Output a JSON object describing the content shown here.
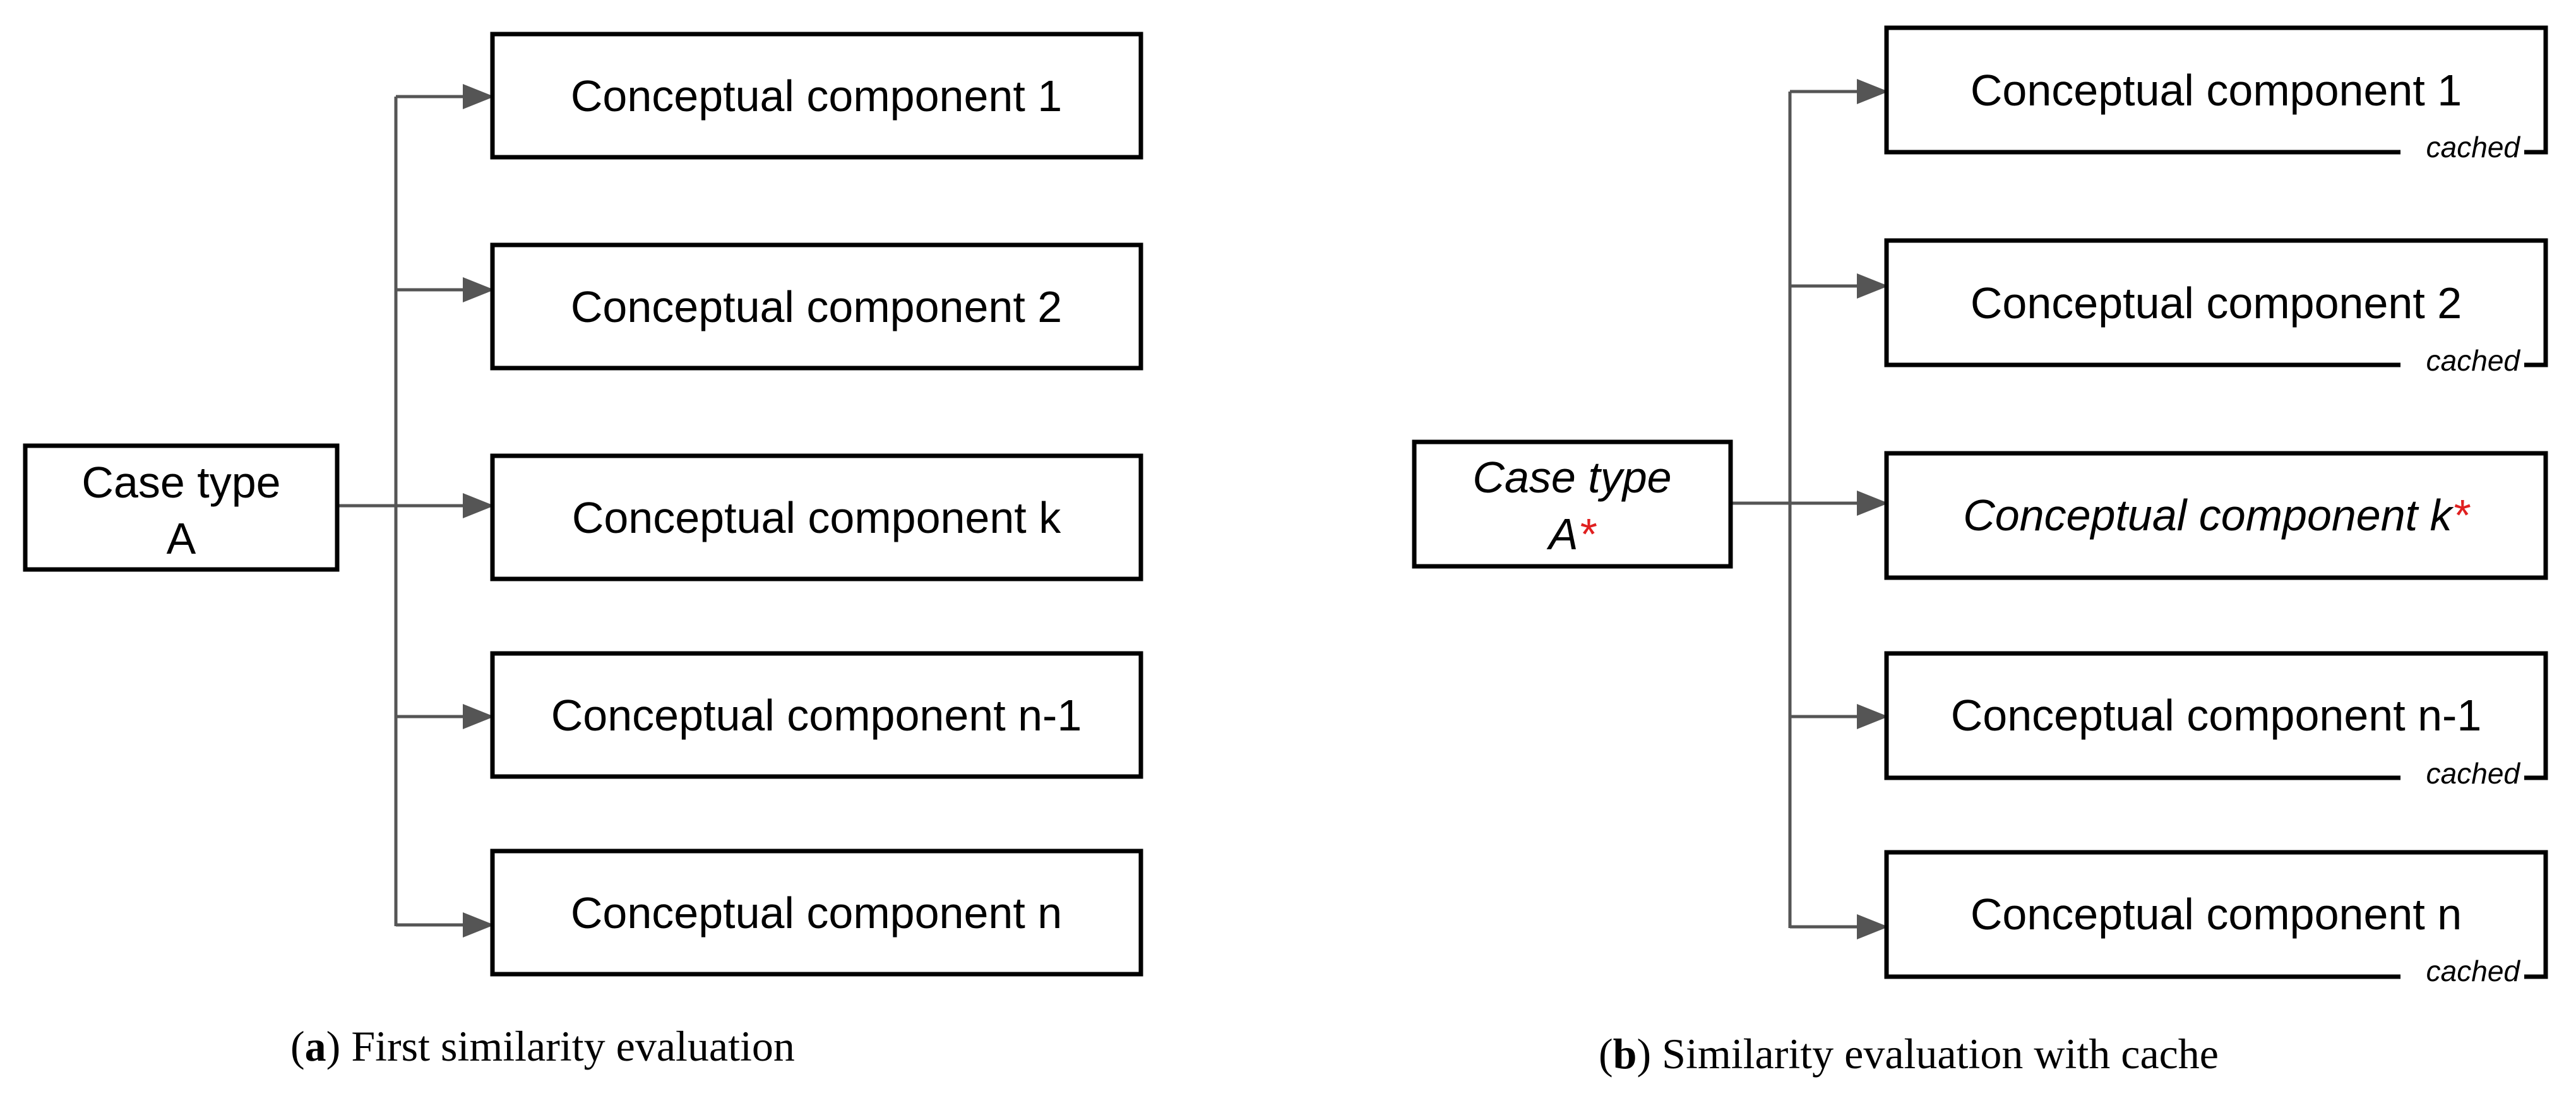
{
  "panels": {
    "a": {
      "source": {
        "line1": "Case type",
        "line2": "A"
      },
      "components": [
        {
          "label": "Conceptual component 1"
        },
        {
          "label": "Conceptual component 2"
        },
        {
          "label": "Conceptual component k"
        },
        {
          "label": "Conceptual component n-1"
        },
        {
          "label": "Conceptual component n"
        }
      ],
      "caption": {
        "letter": "a",
        "text": "First similarity evaluation"
      }
    },
    "b": {
      "source": {
        "line1": "Case type",
        "line2": "A",
        "marker": "*"
      },
      "components": [
        {
          "label": "Conceptual component 1",
          "tag": "cached"
        },
        {
          "label": "Conceptual component 2",
          "tag": "cached"
        },
        {
          "label": "Conceptual component k",
          "marker": "*"
        },
        {
          "label": "Conceptual component n-1",
          "tag": "cached"
        },
        {
          "label": "Conceptual component n",
          "tag": "cached"
        }
      ],
      "caption": {
        "letter": "b",
        "text": "Similarity evaluation with cache"
      }
    }
  },
  "colors": {
    "box_border": "#000000",
    "connector": "#555555",
    "marker": "#e02020"
  }
}
